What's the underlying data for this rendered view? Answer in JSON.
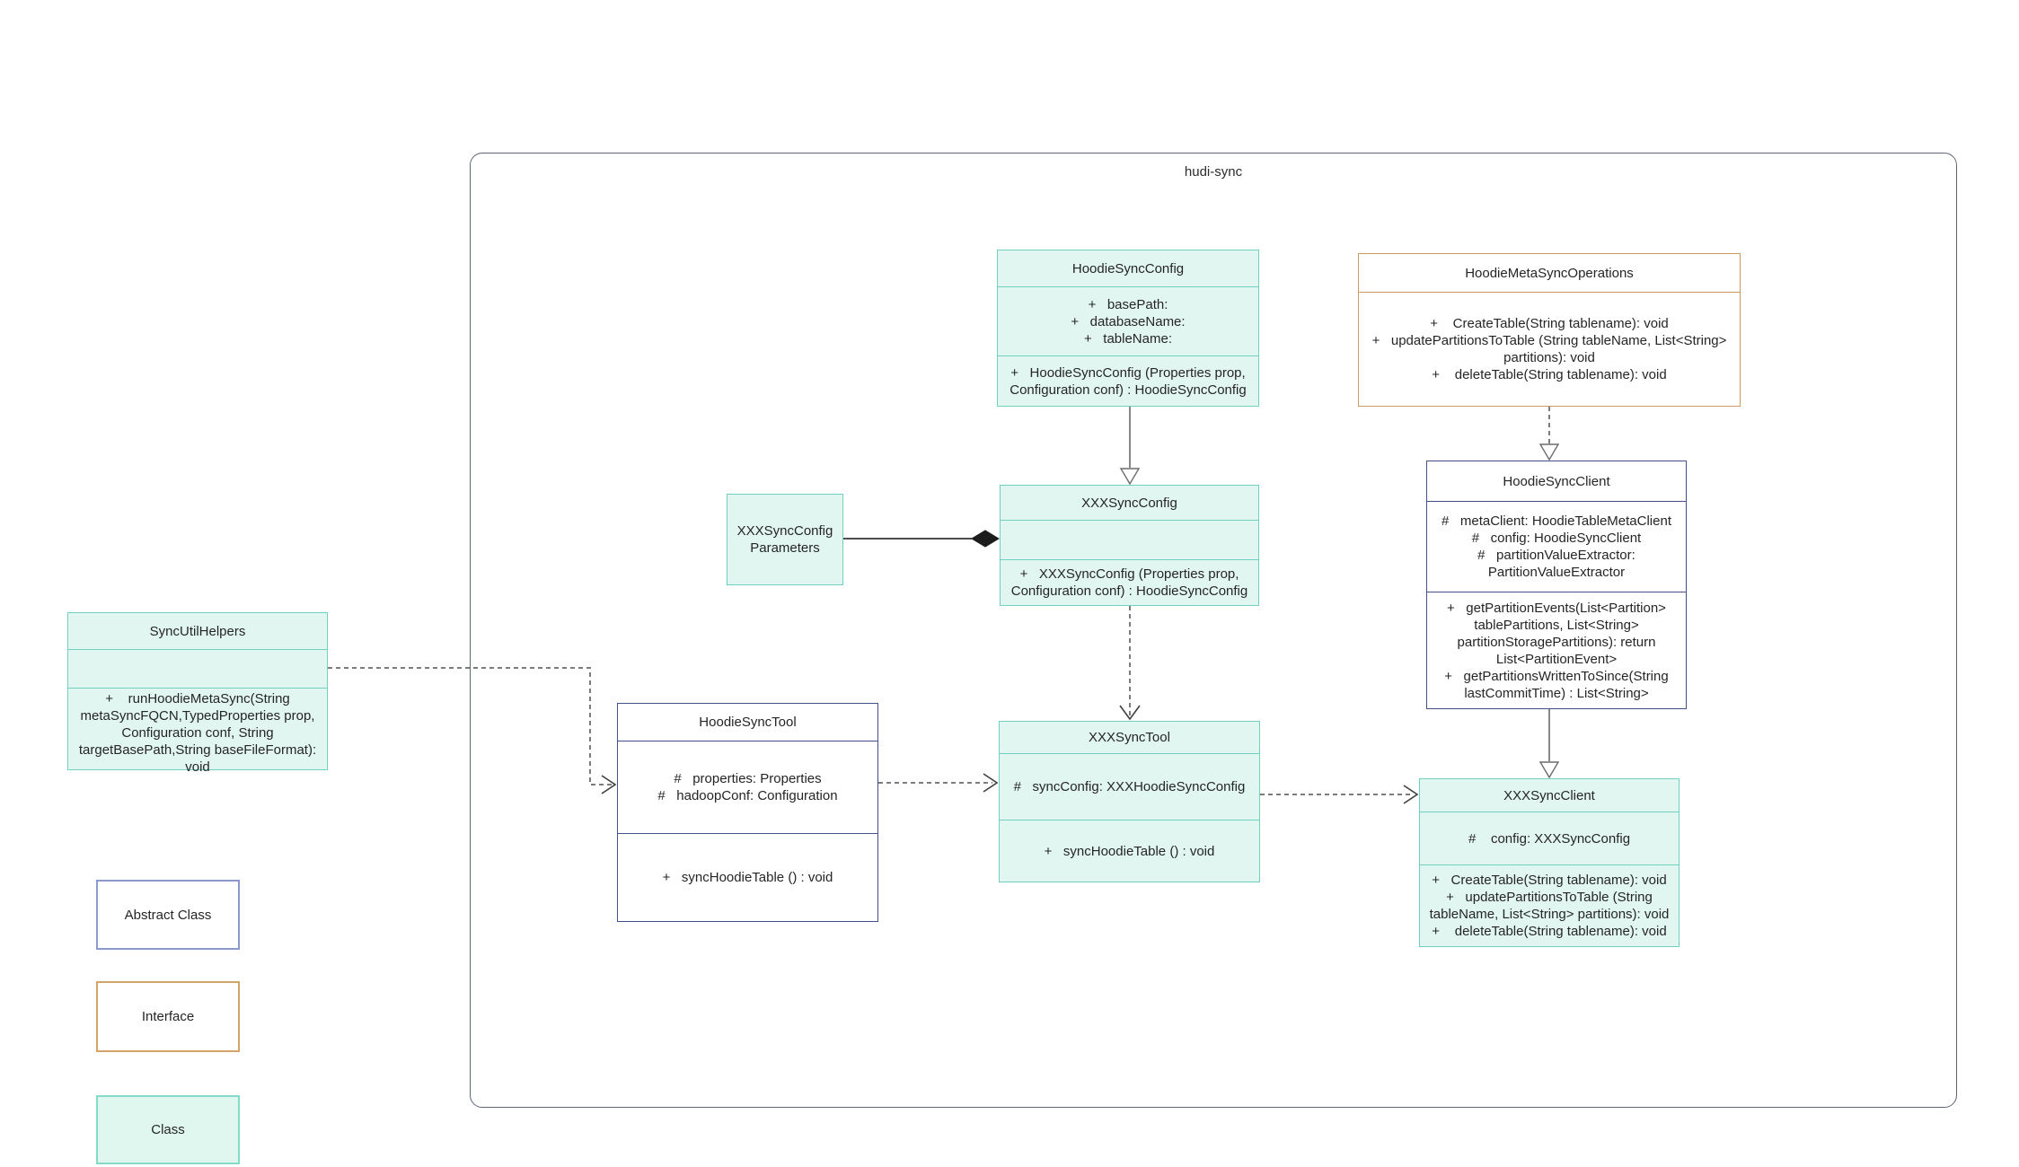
{
  "package": {
    "label": "hudi-sync"
  },
  "classes": {
    "syncUtilHelpers": {
      "title": "SyncUtilHelpers",
      "attributes": [],
      "methods": [
        "+    runHoodieMetaSync(String metaSyncFQCN,TypedProperties prop, Configuration conf, String targetBasePath,String baseFileFormat): void"
      ]
    },
    "hoodieSyncConfig": {
      "title": "HoodieSyncConfig",
      "attributes": [
        "+   basePath:",
        "+   databaseName:",
        "+   tableName:"
      ],
      "methods": [
        "+   HoodieSyncConfig (Properties prop, Configuration conf) : HoodieSyncConfig"
      ]
    },
    "hoodieMetaSyncOperations": {
      "title": "HoodieMetaSyncOperations",
      "attributes": [],
      "methods": [
        "+    CreateTable(String tablename): void",
        "+   updatePartitionsToTable (String tableName, List<String> partitions): void",
        "+    deleteTable(String tablename): void"
      ]
    },
    "xxxSyncConfigParameters": {
      "title": "XXXSyncConfigParameters",
      "attributes": [],
      "methods": []
    },
    "xxxSyncConfig": {
      "title": "XXXSyncConfig",
      "attributes": [],
      "methods": [
        "+   XXXSyncConfig (Properties prop, Configuration conf) : HoodieSyncConfig"
      ]
    },
    "hoodieSyncClient": {
      "title": "HoodieSyncClient",
      "attributes": [
        "#   metaClient: HoodieTableMetaClient",
        "#   config: HoodieSyncClient",
        "#   partitionValueExtractor: PartitionValueExtractor"
      ],
      "methods": [
        "+   getPartitionEvents(List<Partition> tablePartitions, List<String> partitionStoragePartitions): return List<PartitionEvent>",
        "+   getPartitionsWrittenToSince(String lastCommitTime) : List<String>"
      ]
    },
    "hoodieSyncTool": {
      "title": "HoodieSyncTool",
      "attributes": [
        "#   properties: Properties",
        "#   hadoopConf: Configuration"
      ],
      "methods": [
        "+   syncHoodieTable () : void"
      ]
    },
    "xxxSyncTool": {
      "title": "XXXSyncTool",
      "attributes": [
        "#   syncConfig: XXXHoodieSyncConfig"
      ],
      "methods": [
        "+   syncHoodieTable () : void"
      ]
    },
    "xxxSyncClient": {
      "title": "XXXSyncClient",
      "attributes": [
        "#    config: XXXSyncConfig"
      ],
      "methods": [
        "+   CreateTable(String tablename): void",
        "+   updatePartitionsToTable (String tableName, List<String> partitions): void",
        "+    deleteTable(String tablename): void"
      ]
    }
  },
  "legend": {
    "abstract_label": "Abstract Class",
    "interface_label": "Interface",
    "class_label": "Class"
  },
  "colors": {
    "class_fill": "#e2f6f1",
    "class_stroke": "#70d1c1",
    "abstract_stroke": "#42518a",
    "interface_stroke": "#c89a5e",
    "connector_gray": "#7b7b7b",
    "package_stroke": "#5e6578"
  }
}
